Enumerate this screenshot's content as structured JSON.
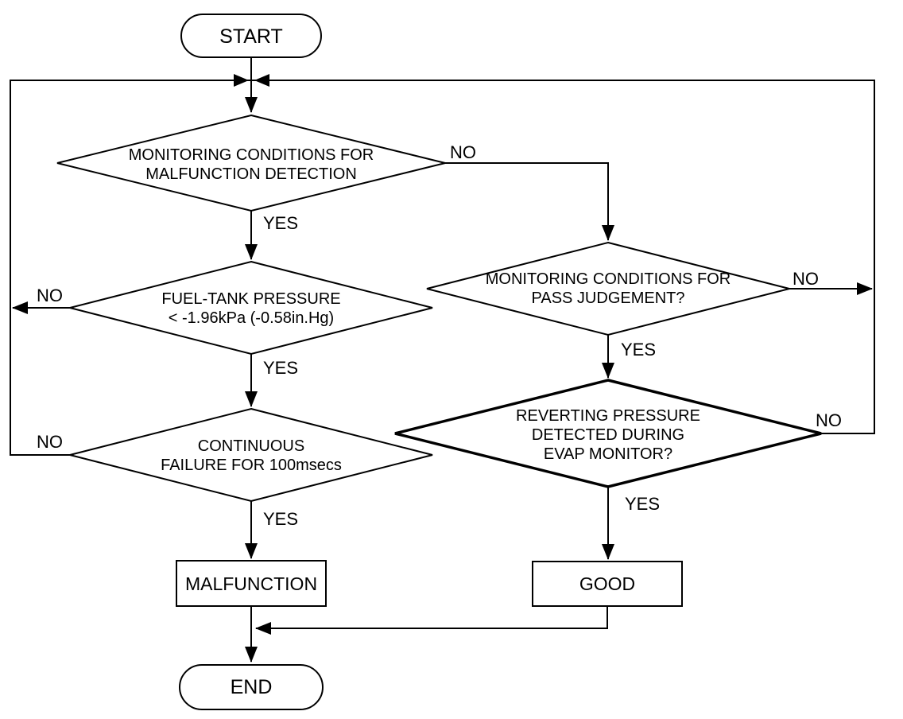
{
  "colors": {
    "background": "#ffffff",
    "line": "#000000",
    "text": "#000000"
  },
  "terminals": {
    "start": {
      "label": "START"
    },
    "end": {
      "label": "END"
    }
  },
  "decisions": {
    "monitoring_malfunction": {
      "lines": [
        "MONITORING CONDITIONS FOR",
        "MALFUNCTION DETECTION"
      ],
      "yes": "YES",
      "no": "NO"
    },
    "fuel_tank_pressure": {
      "lines": [
        "FUEL-TANK PRESSURE",
        "< -1.96kPa (-0.58in.Hg)"
      ],
      "yes": "YES",
      "no": "NO"
    },
    "continuous_failure": {
      "lines": [
        "CONTINUOUS",
        "FAILURE FOR 100msecs"
      ],
      "yes": "YES",
      "no": "NO"
    },
    "pass_judgement": {
      "lines": [
        "MONITORING CONDITIONS FOR",
        "PASS JUDGEMENT?"
      ],
      "yes": "YES",
      "no": "NO"
    },
    "reverting_pressure": {
      "lines": [
        "REVERTING PRESSURE",
        "DETECTED DURING",
        "EVAP MONITOR?"
      ],
      "yes": "YES",
      "no": "NO"
    }
  },
  "results": {
    "malfunction": {
      "label": "MALFUNCTION"
    },
    "good": {
      "label": "GOOD"
    }
  }
}
